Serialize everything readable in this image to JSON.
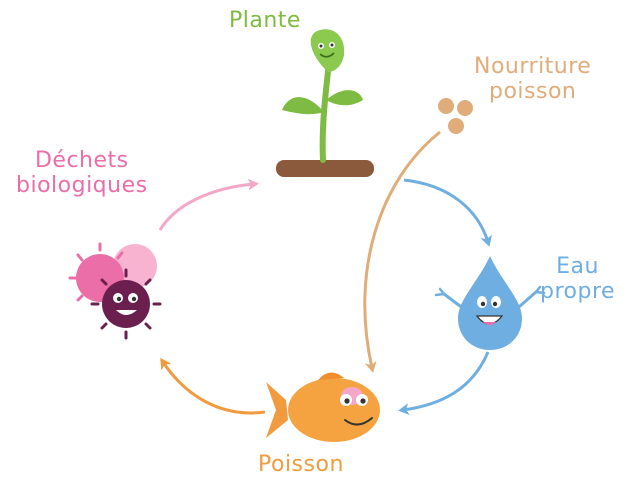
{
  "labels": {
    "plant": "Plante",
    "food_line1": "Nourriture",
    "food_line2": "poisson",
    "water_line1": "Eau",
    "water_line2": "propre",
    "fish": "Poisson",
    "waste_line1": "Déchets",
    "waste_line2": "biologiques"
  },
  "colors": {
    "plant": "#7dbb42",
    "soil": "#8b5a3c",
    "food": "#e0ac79",
    "water": "#6faee0",
    "fish": "#f19a3e",
    "waste": "#ec6ea8",
    "bacteria_dark": "#6b1f4f"
  },
  "icons": [
    "plant-icon",
    "food-pellets-icon",
    "water-drop-icon",
    "fish-icon",
    "bacteria-icon"
  ]
}
